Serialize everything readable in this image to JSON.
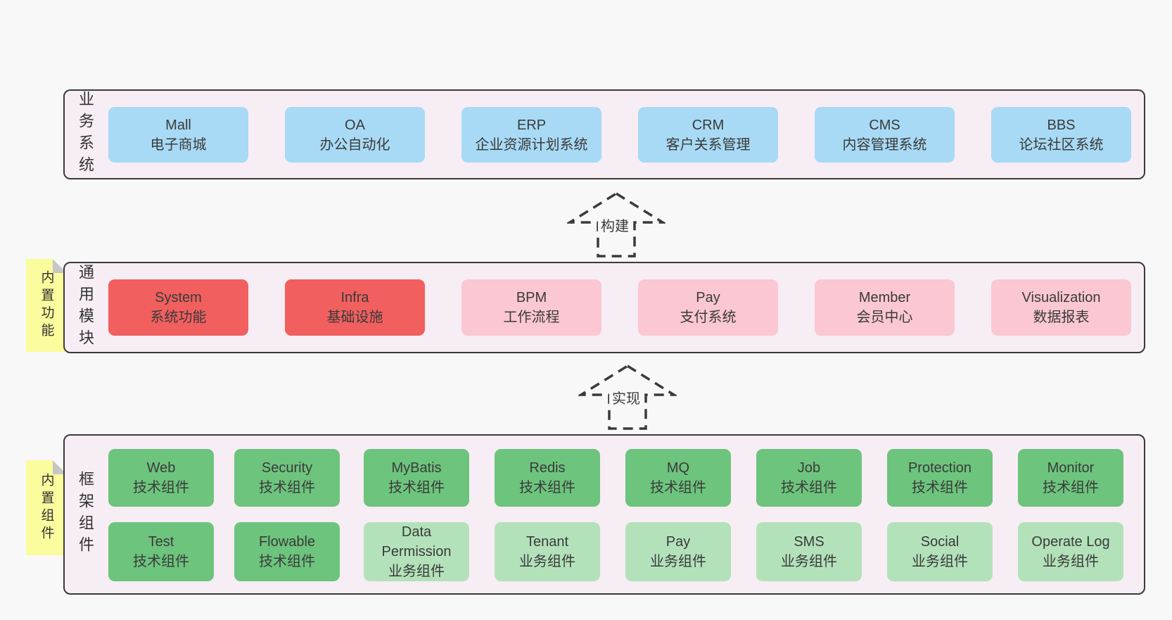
{
  "colors": {
    "page_bg": "#f8f8f8",
    "panel_bg": "#f7edf4",
    "panel_border": "#3a3a3a",
    "blue_box": "#a8daf5",
    "red_box": "#f15f5f",
    "pink_box": "#fbc7d2",
    "green_box": "#6dc47d",
    "light_green_box": "#b3e2ba",
    "note_yellow": "#fbfc9d",
    "note_fold_gray": "#c6c6c6",
    "text": "#3a3a3a"
  },
  "layers": {
    "business": {
      "label": "业务系统",
      "boxes": [
        {
          "title": "Mall",
          "subtitle": "电子商城"
        },
        {
          "title": "OA",
          "subtitle": "办公自动化"
        },
        {
          "title": "ERP",
          "subtitle": "企业资源计划系统"
        },
        {
          "title": "CRM",
          "subtitle": "客户关系管理"
        },
        {
          "title": "CMS",
          "subtitle": "内容管理系统"
        },
        {
          "title": "BBS",
          "subtitle": "论坛社区系统"
        }
      ]
    },
    "modules": {
      "label": "通用模块",
      "note": "内置功能",
      "boxes": [
        {
          "title": "System",
          "subtitle": "系统功能"
        },
        {
          "title": "Infra",
          "subtitle": "基础设施"
        },
        {
          "title": "BPM",
          "subtitle": "工作流程"
        },
        {
          "title": "Pay",
          "subtitle": "支付系统"
        },
        {
          "title": "Member",
          "subtitle": "会员中心"
        },
        {
          "title": "Visualization",
          "subtitle": "数据报表"
        }
      ]
    },
    "framework": {
      "label": "框架组件",
      "note": "内置组件",
      "row1": [
        {
          "title": "Web",
          "subtitle": "技术组件"
        },
        {
          "title": "Security",
          "subtitle": "技术组件"
        },
        {
          "title": "MyBatis",
          "subtitle": "技术组件"
        },
        {
          "title": "Redis",
          "subtitle": "技术组件"
        },
        {
          "title": "MQ",
          "subtitle": "技术组件"
        },
        {
          "title": "Job",
          "subtitle": "技术组件"
        },
        {
          "title": "Protection",
          "subtitle": "技术组件"
        },
        {
          "title": "Monitor",
          "subtitle": "技术组件"
        }
      ],
      "row2": [
        {
          "title": "Test",
          "subtitle": "技术组件"
        },
        {
          "title": "Flowable",
          "subtitle": "技术组件"
        },
        {
          "title": "Data Permission",
          "subtitle": "业务组件"
        },
        {
          "title": "Tenant",
          "subtitle": "业务组件"
        },
        {
          "title": "Pay",
          "subtitle": "业务组件"
        },
        {
          "title": "SMS",
          "subtitle": "业务组件"
        },
        {
          "title": "Social",
          "subtitle": "业务组件"
        },
        {
          "title": "Operate Log",
          "subtitle": "业务组件"
        }
      ]
    }
  },
  "arrows": {
    "build": {
      "label": "构建"
    },
    "implement": {
      "label": "实现"
    }
  }
}
